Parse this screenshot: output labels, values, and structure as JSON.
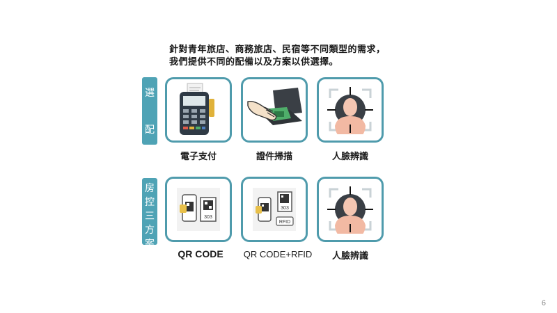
{
  "intro": {
    "line1": "針對青年旅店、商務旅店、民宿等不同類型的需求，",
    "line2": "我們提供不同的配備以及方案以供選擇。"
  },
  "section1": {
    "label_chars": [
      "選",
      "配"
    ],
    "items": [
      {
        "label": "電子支付",
        "icon": "payment-terminal-icon"
      },
      {
        "label": "證件掃描",
        "icon": "id-scanner-icon"
      },
      {
        "label": "人臉辨識",
        "icon": "face-recognition-icon"
      }
    ]
  },
  "section2": {
    "label_chars": [
      "房",
      "控",
      "三",
      "方",
      "案"
    ],
    "items": [
      {
        "label": "QR CODE",
        "icon": "qr-code-phone-icon"
      },
      {
        "label": "QR CODE+RFID",
        "icon": "qr-code-rfid-icon"
      },
      {
        "label": "人臉辨識",
        "icon": "face-recognition-icon"
      }
    ],
    "room_number": "303",
    "rfid_text": "RFID"
  },
  "page_number": "6",
  "colors": {
    "accent": "#4fa3b5",
    "tile_border": "#4f9bac"
  }
}
